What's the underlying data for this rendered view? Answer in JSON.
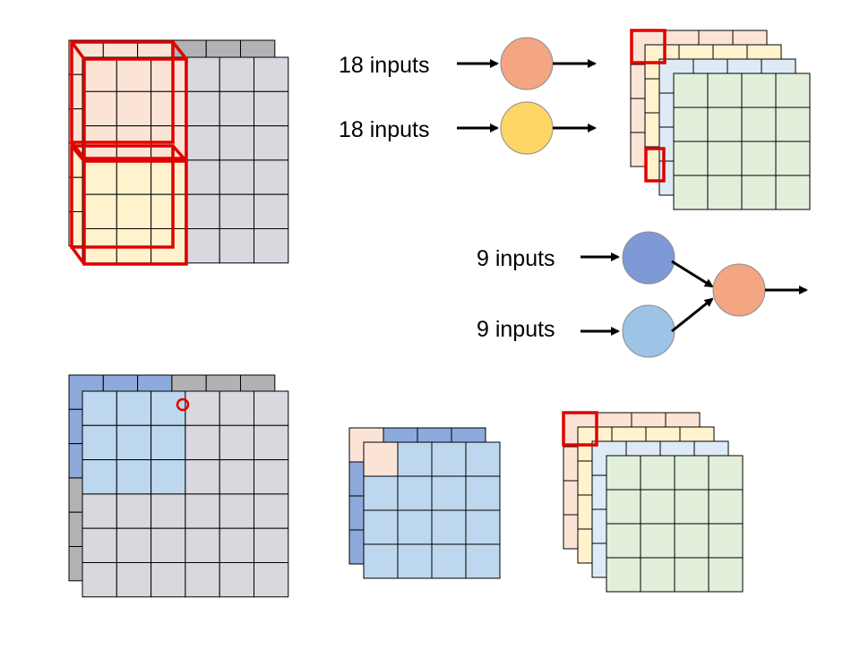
{
  "labels": {
    "top_neuron_1": "18 inputs",
    "top_neuron_2": "18 inputs",
    "mid_neuron_1": "9 inputs",
    "mid_neuron_2": "9 inputs"
  },
  "colors": {
    "grid_gray": "#d9d8de",
    "grid_dark_gray": "#b2b2b5",
    "orange_light": "#fbe4d6",
    "yellow_light": "#fff2cc",
    "blue_light": "#deebf7",
    "blue_mid": "#bdd7ee",
    "blue_dark": "#8ea9db",
    "green_light": "#e2efda",
    "highlight_red": "#e00000",
    "neuron_orange": "#f4a582",
    "neuron_yellow": "#ffd666",
    "neuron_blue_dark": "#7f99d6",
    "neuron_blue_light": "#9dc3e6",
    "stroke": "#000000"
  }
}
